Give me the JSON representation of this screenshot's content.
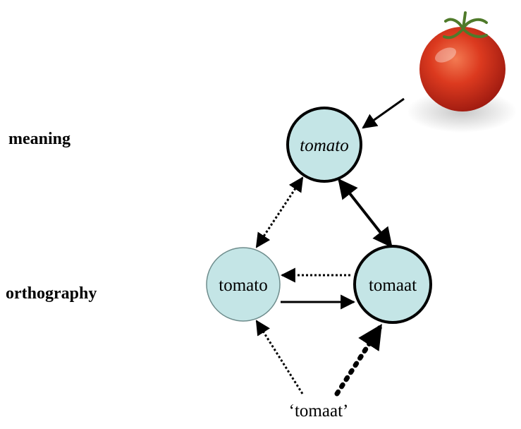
{
  "labels": {
    "meaning": "meaning",
    "orthography": "orthography"
  },
  "nodes": {
    "meaning_node": "tomato",
    "english_word": "tomato",
    "dutch_word": "tomaat"
  },
  "input": {
    "text": "‘tomaat’"
  },
  "image": {
    "description_icon": "tomato-picture"
  },
  "colors": {
    "node_fill": "#c4e5e6",
    "stroke": "#000000",
    "tomato_red": "#d9341c"
  }
}
